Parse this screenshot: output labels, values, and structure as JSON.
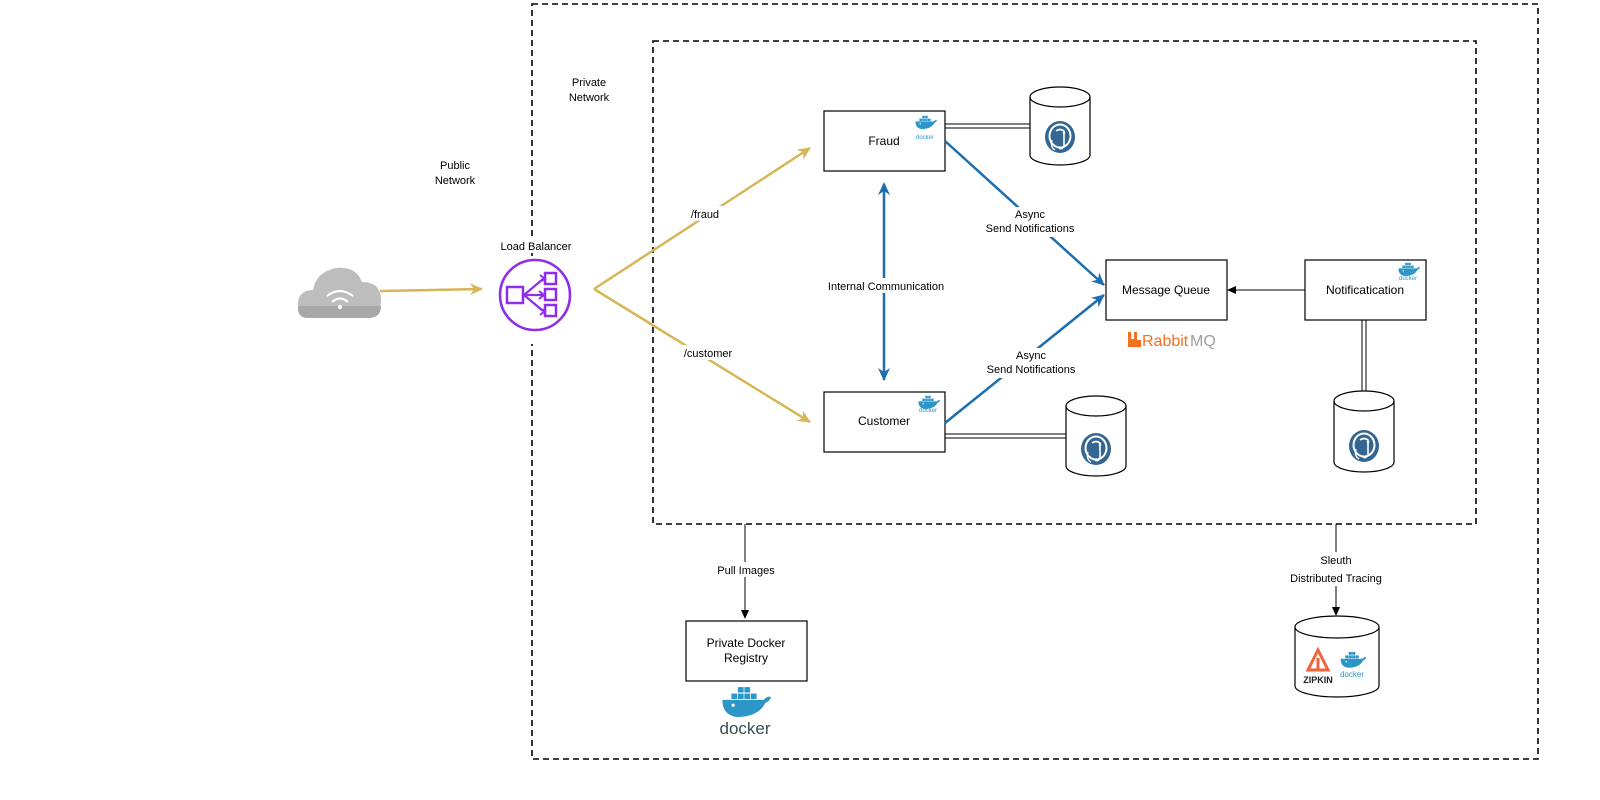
{
  "labels": {
    "public_network": [
      "Public",
      "Network"
    ],
    "private_network": [
      "Private",
      "Network"
    ],
    "load_balancer": "Load Balancer",
    "route_fraud": "/fraud",
    "route_customer": "/customer",
    "internal_communication": "Internal Communication",
    "async_top": [
      "Async",
      "Send Notifications"
    ],
    "async_bottom": [
      "Async",
      "Send Notifications"
    ],
    "pull_images": "Pull Images",
    "sleuth": [
      "Sleuth",
      "Distributed Tracing"
    ]
  },
  "nodes": {
    "fraud": "Fraud",
    "customer": "Customer",
    "message_queue": "Message Queue",
    "notification": "Notificatication",
    "registry": [
      "Private Docker",
      "Registry"
    ]
  },
  "logos": {
    "rabbitmq": {
      "prefix": "Rabbit",
      "suffix": "MQ",
      "mark": "b"
    },
    "docker_small": "docker",
    "docker_large": "docker",
    "zipkin": "ZIPKIN",
    "zipkin_docker": "docker"
  },
  "icons": [
    "cloud-icon",
    "load-balancer-icon",
    "postgres-icon",
    "docker-whale-icon",
    "rabbitmq-logo",
    "zipkin-logo"
  ],
  "colors": {
    "route_arrows": "#D6B656",
    "async_arrows": "#1B6EAF",
    "lb_purple": "#8C2EEA",
    "cloud_gray": "#BDBDBD",
    "postgres_blue": "#336791",
    "docker_blue": "#2D96C8",
    "rabbit_orange": "#F37020",
    "zipkin_orange": "#F2643C"
  }
}
